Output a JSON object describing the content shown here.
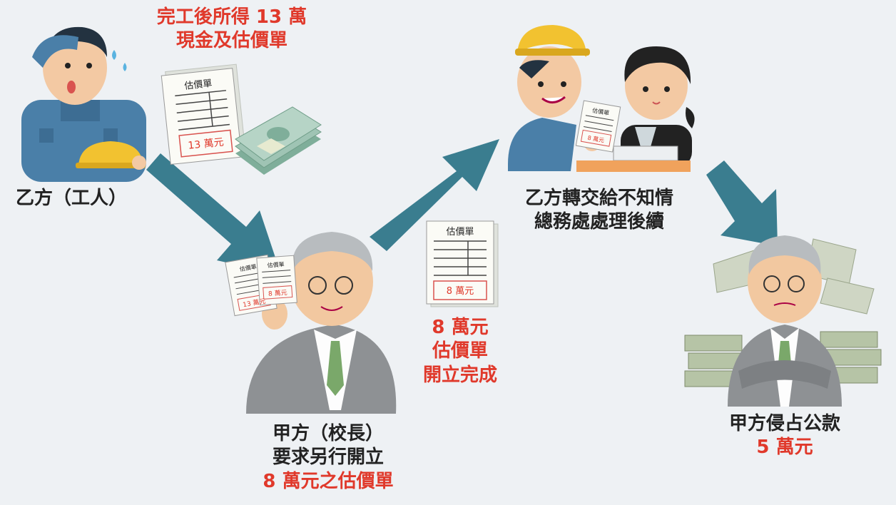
{
  "worker": {
    "label": "乙方（工人）",
    "caption_line1": "完工後所得 13 萬",
    "caption_line2": "現金及估價單",
    "doc_title": "估價單",
    "doc_amount": "13 萬元"
  },
  "principal": {
    "label_line1": "甲方（校長）",
    "label_line2": "要求另行開立",
    "label_line3": "8 萬元之估價單",
    "doc_small_a_title": "估價單",
    "doc_small_a_amount": "13 萬元",
    "doc_small_b_title": "估價單",
    "doc_small_b_amount": "8 萬元"
  },
  "estimate": {
    "doc_title": "估價單",
    "doc_amount": "8 萬元",
    "caption_line1": "8 萬元",
    "caption_line2": "估價單",
    "caption_line3": "開立完成"
  },
  "handover": {
    "label_line1": "乙方轉交給不知情",
    "label_line2": "總務處處理後續",
    "doc_title": "估價單",
    "doc_amount": "8 萬元"
  },
  "result": {
    "label_line1": "甲方侵占公款",
    "label_line2": "5 萬元"
  },
  "colors": {
    "background": "#eef1f4",
    "arrow": "#3a7d8f",
    "highlight_red": "#e0392b",
    "text_dark": "#222222",
    "worker_uniform": "#4a7fa8",
    "helmet": "#f2c230",
    "suit": "#8e9194",
    "tie": "#7aa86a",
    "money": "#9fc4b4"
  }
}
